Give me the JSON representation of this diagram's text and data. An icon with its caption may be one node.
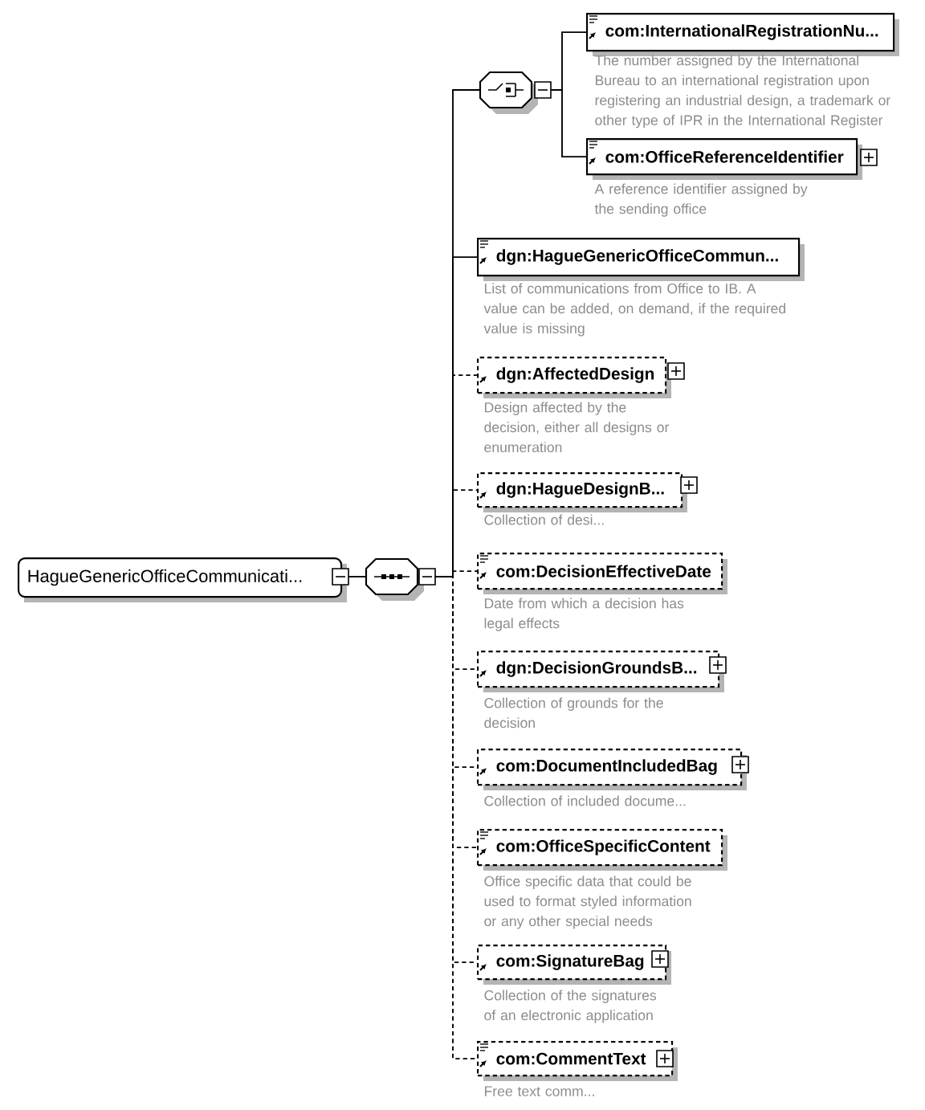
{
  "diagram": {
    "nodes": [
      {
        "text": [
          "HagueGenericOfficeCommunicati..."
        ]
      },
      {
        "text": [],
        "shape": "octagon"
      },
      {
        "text": [],
        "shape": "octagon"
      },
      {
        "text": [
          "com:InternationalRegistrationNu..."
        ],
        "beside": [
          "The number assigned by the International Bureau to an international registration upon registering an industrial design, a trademark or other type of IPR in the International Register"
        ]
      },
      {
        "text": [
          "com:OfficeReferenceIdentifier"
        ],
        "beside": [
          "A reference identifier assigned by the sending office"
        ]
      },
      {
        "text": [
          "dgn:HagueGenericOfficeCommun..."
        ],
        "beside": [
          "List of communications from Office to IB. A value can be added, on demand, if the required value is missing"
        ]
      },
      {
        "text": [
          "dgn:AffectedDesign"
        ],
        "beside": [
          "Design affected by the decision, either all designs or enumeration"
        ]
      },
      {
        "text": [
          "dgn:HagueDesignB..."
        ],
        "beside": [
          "Collection of desi..."
        ]
      },
      {
        "text": [
          "com:DecisionEffectiveDate"
        ],
        "beside": [
          "Date from which a decision has legal effects"
        ]
      },
      {
        "text": [
          "dgn:DecisionGroundsB..."
        ],
        "beside": [
          "Collection of grounds for the decision"
        ]
      },
      {
        "text": [
          "com:DocumentIncludedBag"
        ],
        "beside": [
          "Collection of included docume..."
        ]
      },
      {
        "text": [
          "com:OfficeSpecificContent"
        ],
        "beside": [
          "Office specific data that could be used to format styled information or any other special needs"
        ]
      },
      {
        "text": [
          "com:SignatureBag"
        ],
        "beside": [
          "Collection of the signatures of an electronic application"
        ]
      },
      {
        "text": [
          "com:CommentText"
        ],
        "beside": [
          "Free text comm..."
        ]
      }
    ],
    "edges": [
      {
        "from": 0,
        "to": 1,
        "arrow": "none"
      },
      {
        "from": 1,
        "to": 2,
        "arrow": "none"
      },
      {
        "from": 2,
        "to": 3,
        "arrow": "none"
      },
      {
        "from": 2,
        "to": 4,
        "arrow": "none"
      },
      {
        "from": 1,
        "to": 5,
        "arrow": "none"
      },
      {
        "from": 1,
        "to": 6,
        "arrow": "none",
        "style": "dashed"
      },
      {
        "from": 1,
        "to": 7,
        "arrow": "none",
        "style": "dashed"
      },
      {
        "from": 1,
        "to": 8,
        "arrow": "none",
        "style": "dashed"
      },
      {
        "from": 1,
        "to": 9,
        "arrow": "none",
        "style": "dashed"
      },
      {
        "from": 1,
        "to": 10,
        "arrow": "none",
        "style": "dashed"
      },
      {
        "from": 1,
        "to": 11,
        "arrow": "none",
        "style": "dashed"
      },
      {
        "from": 1,
        "to": 12,
        "arrow": "none",
        "style": "dashed"
      },
      {
        "from": 1,
        "to": 13,
        "arrow": "none",
        "style": "dashed"
      }
    ]
  }
}
